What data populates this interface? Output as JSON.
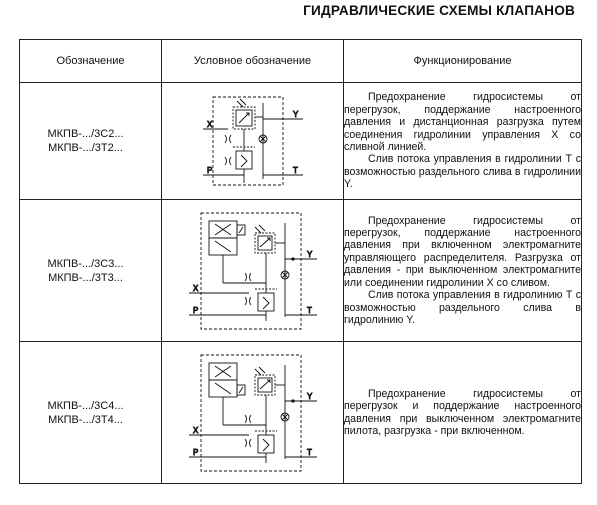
{
  "page": {
    "title": "ГИДРАВЛИЧЕСКИЕ СХЕМЫ КЛАПАНОВ"
  },
  "table": {
    "headers": [
      "Обозначение",
      "Условное обозначение",
      "Функционирование"
    ],
    "rows": [
      {
        "codes": [
          "МКПВ-.../3С2...",
          "МКПВ-.../3Т2..."
        ],
        "ports": {
          "x": "X",
          "p": "P",
          "y": "Y",
          "t": "T"
        },
        "paragraphs": [
          "Предохранение гидросистемы от перегрузок, поддержание настроенного давления и дистанционная разгрузка путем соединения гидролинии управления X со сливной линией.",
          "Слив потока управления в гидролинии Т с возможностью раздельного слива в гидролинии Y."
        ]
      },
      {
        "codes": [
          "МКПВ-.../3С3...",
          "МКПВ-.../3Т3..."
        ],
        "ports": {
          "x": "X",
          "p": "P",
          "y": "Y",
          "t": "T"
        },
        "paragraphs": [
          "Предохранение гидросистемы от перегрузок, поддержание настроенного давления при включенном электромагните управляющего распределителя. Разгрузка от давления - при выключенном электромагните или соединении гидролинии X со сливом.",
          "Слив потока управления в гидролинию Т с возможностью раздельного слива в гидролинию Y."
        ]
      },
      {
        "codes": [
          "МКПВ-.../3С4...",
          "МКПВ-.../3Т4..."
        ],
        "ports": {
          "x": "X",
          "p": "P",
          "y": "Y",
          "t": "T"
        },
        "paragraphs": [
          "Предохранение гидросистемы от перегрузок и поддержание настроенного давления при выключенном электромагните пилота, разгрузка - при включенном."
        ]
      }
    ]
  }
}
